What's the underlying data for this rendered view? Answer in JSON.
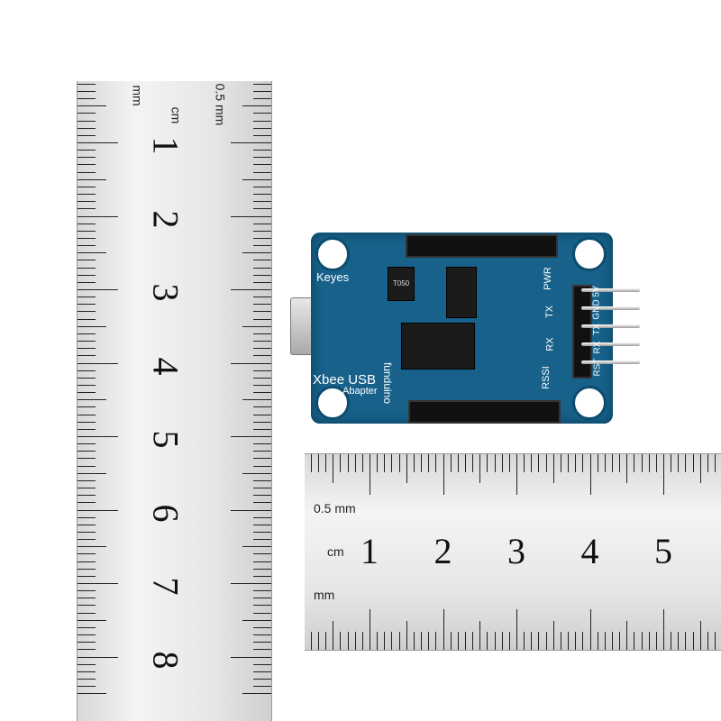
{
  "vertical_ruler": {
    "unit_labels": [
      "mm",
      "cm",
      "0.5 mm"
    ],
    "numbers": [
      "1",
      "2",
      "3",
      "4",
      "5",
      "6",
      "7",
      "8"
    ]
  },
  "horizontal_ruler": {
    "unit_labels": [
      "0.5 mm",
      "cm",
      "mm"
    ],
    "numbers": [
      "1",
      "2",
      "3",
      "4",
      "5"
    ]
  },
  "board": {
    "color": "#17618a",
    "brand": "Keyes",
    "title": "Xbee USB",
    "subtitle": "Abapter",
    "maker": "funduino",
    "led_labels": [
      "PWR",
      "TX",
      "RX",
      "RSSI"
    ],
    "pin_labels": [
      "5V",
      "GND",
      "TX",
      "RX",
      "RST"
    ],
    "regulator_marking": "T050"
  }
}
